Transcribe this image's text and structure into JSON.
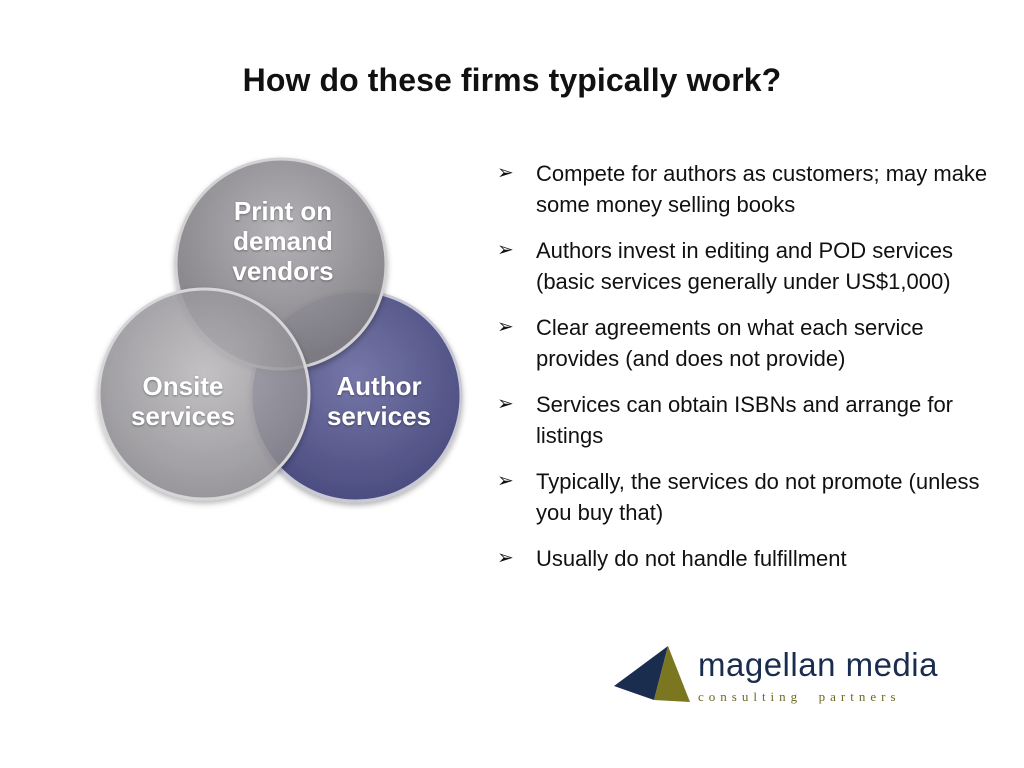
{
  "slide": {
    "title": "How do these firms typically work?"
  },
  "venn": {
    "circles": [
      {
        "label_lines": [
          "Print on",
          "demand",
          "vendors"
        ],
        "color": "#8c8a90"
      },
      {
        "label_lines": [
          "Onsite",
          "services"
        ],
        "color": "#9a989c"
      },
      {
        "label_lines": [
          "Author",
          "services"
        ],
        "color": "#5c5d91"
      }
    ]
  },
  "bullets": {
    "marker": "➢",
    "items": [
      "Compete for authors as customers; may make some money selling books",
      "Authors invest in editing and POD services (basic services generally under US$1,000)",
      "Clear agreements on what each service provides (and does not provide)",
      "Services can obtain ISBNs and arrange for listings",
      "Typically, the services do not promote (unless you buy that)",
      "Usually do not handle fulfillment"
    ]
  },
  "logo": {
    "wordmark": "magellan media",
    "tagline": "consulting  partners",
    "colors": {
      "navy": "#1b2d4f",
      "olive": "#7b7721"
    }
  }
}
